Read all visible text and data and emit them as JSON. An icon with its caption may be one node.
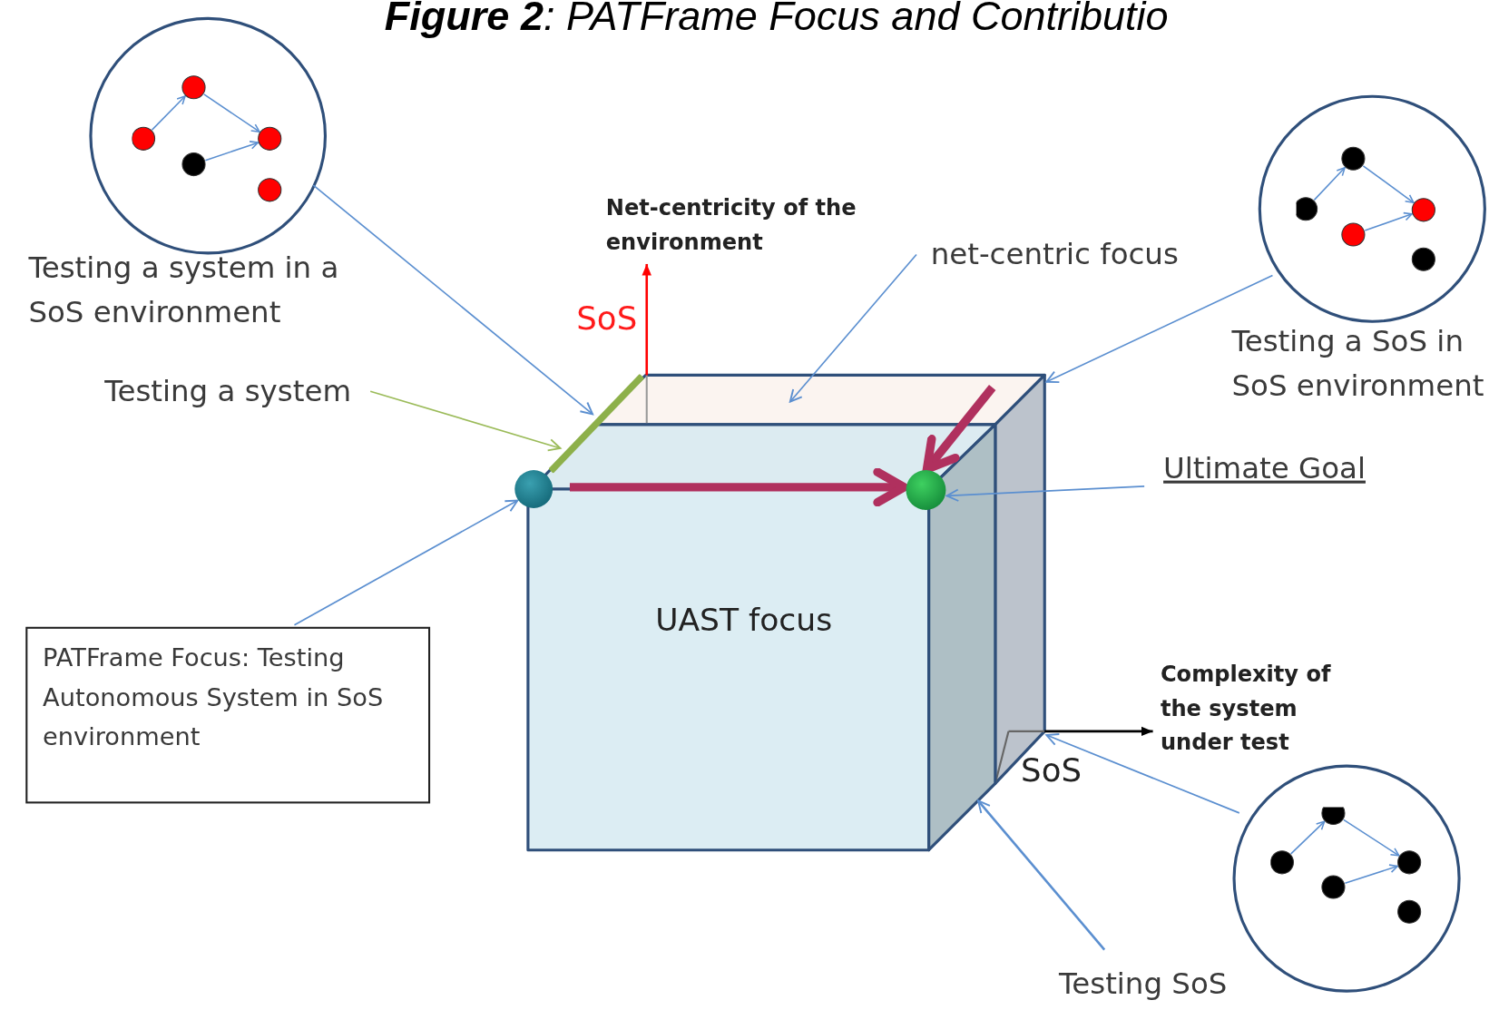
{
  "diagram": {
    "title": "**Figure 2**: PATFrame Focus and Contributio",
    "nodes": [
      {
        "text": [],
        "shape": "circle",
        "beside": [
          "Testing a system in a SoS environment"
        ]
      },
      {
        "text": [],
        "shape": "circle",
        "beside": [
          "Testing a SoS in SoS environment"
        ]
      },
      {
        "text": [],
        "shape": "circle"
      },
      {
        "text": [
          "UAST focus"
        ]
      },
      {
        "text": [
          "Testing a system"
        ]
      },
      {
        "text": [],
        "shape": "bar"
      },
      {
        "text": [],
        "shape": "circle"
      },
      {
        "text": [],
        "shape": "circle"
      },
      {
        "text": [
          "net-centric focus"
        ]
      },
      {
        "text": [
          "Ultimate Goal"
        ]
      },
      {
        "text": [
          "PATFrame Focus: Testing Autonomous System in SoS environment"
        ]
      },
      {
        "text": [
          "Testing SoS"
        ]
      }
    ],
    "edges": [
      {
        "from": 0,
        "to": 5,
        "arrow": "to"
      },
      {
        "from": 4,
        "to": 5,
        "arrow": "to",
        "color": "#9bbb59"
      },
      {
        "from": 8,
        "to": 3,
        "arrow": "to"
      },
      {
        "from": 1,
        "to": 3,
        "arrow": "to"
      },
      {
        "from": 9,
        "to": 7,
        "arrow": "to"
      },
      {
        "from": 10,
        "to": 6,
        "arrow": "to"
      },
      {
        "from": 2,
        "to": 3,
        "arrow": "to"
      },
      {
        "from": 11,
        "to": 3,
        "arrow": "to"
      },
      {
        "from": 6,
        "to": 7,
        "arrow": "to",
        "style": "thick",
        "color": "#b0305e"
      },
      {
        "from": 3,
        "to": 7,
        "arrow": "to",
        "style": "thick",
        "color": "#b0305e"
      }
    ],
    "labels": [
      "Net-centricity of the environment",
      "SoS",
      "Complexity of the system under test",
      "SoS"
    ]
  }
}
